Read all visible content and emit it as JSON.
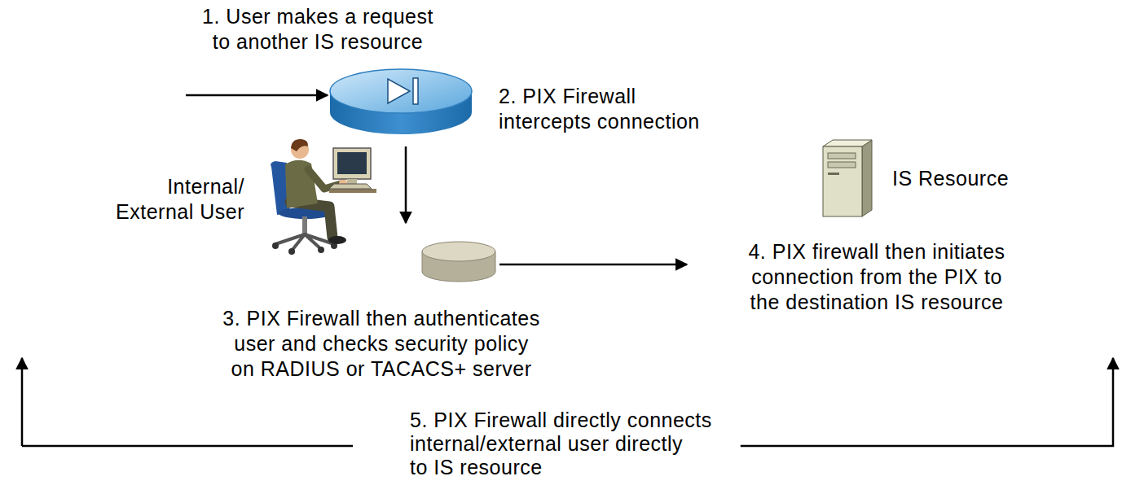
{
  "diagram": {
    "nodes": [
      {
        "text": [
          "2. PIX Firewall intercepts connection"
        ]
      },
      {
        "text": [
          "Internal/ External User"
        ]
      },
      {
        "text": [
          "3. PIX Firewall then authenticates user and checks security policy on RADIUS or TACACS+ server"
        ]
      },
      {
        "text": [
          "IS Resource",
          "4. PIX firewall then initiates connection from the PIX to the destination IS resource"
        ]
      }
    ],
    "edges": [
      {
        "from": 0,
        "to": 2,
        "arrow": "to"
      },
      {
        "from": 2,
        "to": 3,
        "arrow": "to"
      },
      {
        "from": 1,
        "to": 3,
        "arrow": "both",
        "label": "5. PIX Firewall directly connects internal/external user directly to IS resource"
      }
    ],
    "labels": [
      "1. User makes a request to another IS resource"
    ]
  }
}
